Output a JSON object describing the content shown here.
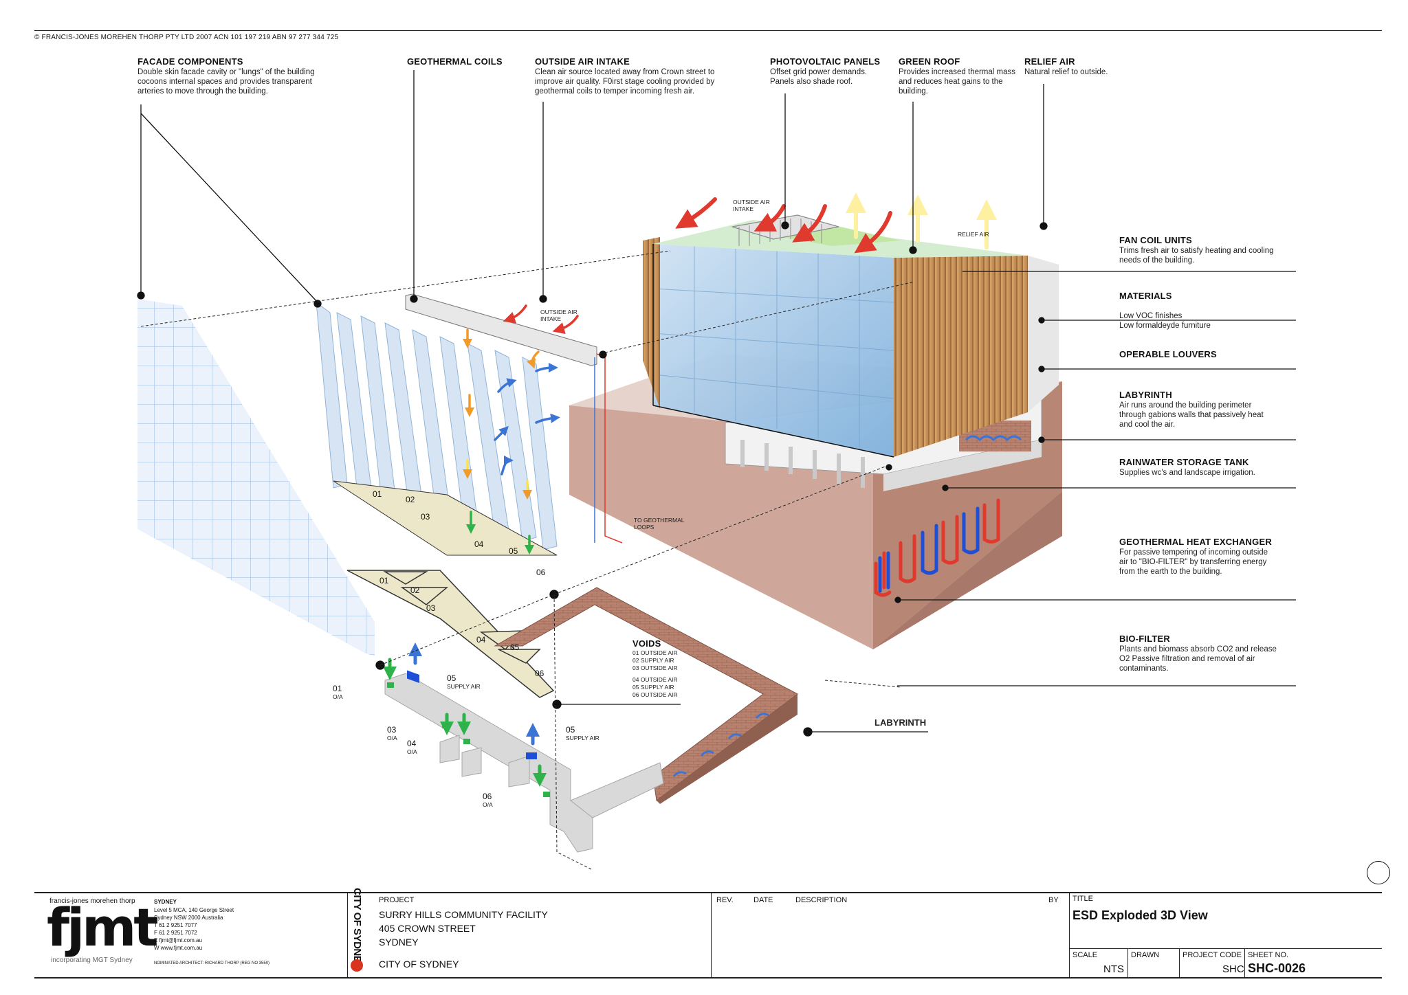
{
  "header": {
    "copyright": "©  FRANCIS-JONES MOREHEN THORP PTY LTD 2007  ACN 101 197 219  ABN 97 277 344 725"
  },
  "callouts_top": [
    {
      "title": "FACADE COMPONENTS",
      "body": "Double skin facade cavity or \"lungs\" of the building cocoons internal spaces and provides transparent arteries to move through the building."
    },
    {
      "title": "GEOTHERMAL COILS",
      "body": ""
    },
    {
      "title": "OUTSIDE AIR INTAKE",
      "body": "Clean air source located away from Crown street to improve air quality. F0irst stage cooling provided by geothermal coils to temper incoming fresh air."
    },
    {
      "title": "PHOTOVOLTAIC PANELS",
      "body": "Offset grid power demands. Panels also shade roof."
    },
    {
      "title": "GREEN ROOF",
      "body": "Provides increased thermal mass and reduces heat gains to the building."
    },
    {
      "title": "RELIEF AIR",
      "body": "Natural relief to outside."
    }
  ],
  "callouts_right": [
    {
      "title": "FAN COIL UNITS",
      "body": "Trims fresh air to satisfy heating and cooling needs of the building."
    },
    {
      "title": "MATERIALS",
      "body": "Low VOC finishes\nLow formaldeyde furniture"
    },
    {
      "title": "OPERABLE LOUVERS",
      "body": ""
    },
    {
      "title": "LABYRINTH",
      "body": "Air runs around the building perimeter through gabions walls that passively heat and cool the air."
    },
    {
      "title": "RAINWATER STORAGE TANK",
      "body": "Supplies wc's and landscape irrigation."
    },
    {
      "title": "GEOTHERMAL HEAT EXCHANGER",
      "body": "For passive tempering of incoming outside air to \"BIO-FILTER\" by transferring energy from the earth to the building."
    },
    {
      "title": "BIO-FILTER",
      "body": "Plants and biomass absorb CO2 and release O2 Passive filtration and removal of air contaminants."
    }
  ],
  "labels": {
    "outside_air_intake_1": "OUTSIDE AIR\nINTAKE",
    "outside_air_intake_2": "OUTSIDE AIR\nINTAKE",
    "relief_air": "RELIEF AIR",
    "to_geothermal_loops": "TO GEOTHERMAL\nLOOPS",
    "labyrinth": "LABYRINTH",
    "voids_title": "VOIDS",
    "voids_lines": [
      "01 OUTSIDE AIR",
      "02 SUPPLY AIR",
      "03 OUTSIDE AIR",
      "04 OUTSIDE AIR",
      "05 SUPPLY AIR",
      "06 OUTSIDE AIR"
    ],
    "duct_01": "01",
    "duct_01_sub": "O/A",
    "duct_03": "03",
    "duct_03_sub": "O/A",
    "duct_04": "04",
    "duct_04_sub": "O/A",
    "duct_05a": "05",
    "duct_05a_sub": "SUPPLY AIR",
    "duct_05b": "05",
    "duct_05b_sub": "SUPPLY AIR",
    "duct_06": "06",
    "duct_06_sub": "O/A",
    "zone_numbers": [
      "01",
      "02",
      "03",
      "04",
      "05",
      "06"
    ]
  },
  "title_block": {
    "firm_name": "francis-jones morehen thorp",
    "logo": "fjmt",
    "logo_sub": "incorporating MGT Sydney",
    "office": "SYDNEY",
    "address_lines": [
      "Level 5 MCA, 140 George Street",
      "Sydney NSW 2000 Australia",
      "T  61 2 9251 7077",
      "F  61 2 9251 7072",
      "E  fjmt@fjmt.com.au",
      "W  www.fjmt.com.au"
    ],
    "nominated": "NOMINATED ARCHITECT: RICHARD THORP (REG NO 3550)",
    "client_logo": "CITY OF SYDNEY",
    "project_label": "PROJECT",
    "project_lines": [
      "SURRY HILLS COMMUNITY FACILITY",
      "405 CROWN STREET",
      "SYDNEY"
    ],
    "client": "CITY OF SYDNEY",
    "rev_label": "REV.",
    "date_label": "DATE",
    "description_label": "DESCRIPTION",
    "by_label": "BY",
    "title_label": "TITLE",
    "title": "ESD Exploded 3D View",
    "scale_label": "SCALE",
    "scale": "NTS",
    "drawn_label": "DRAWN",
    "project_code_label": "PROJECT CODE",
    "project_code": "SHC",
    "sheet_no_label": "SHEET NO.",
    "sheet_no": "SHC-0026"
  },
  "colors": {
    "brick": "#b98b7c",
    "brick_dark": "#9c6e60",
    "glass": "#a9c8e6",
    "timber": "#c8915a",
    "warm_arrow": "#e03a2e",
    "cool_arrow": "#fdf2a0",
    "supply_blue": "#1e4fd6",
    "oa_green": "#2db34a"
  }
}
